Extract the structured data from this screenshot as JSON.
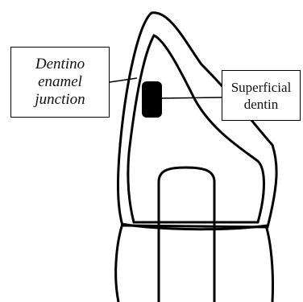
{
  "labels": {
    "dentino_enamel_junction": [
      "Dentino",
      "enamel",
      "junction"
    ],
    "superficial_dentin": [
      "Superficial",
      "dentin"
    ]
  },
  "colors": {
    "outline": "#000000",
    "background": "#ffffff",
    "lesion": "#000000"
  }
}
